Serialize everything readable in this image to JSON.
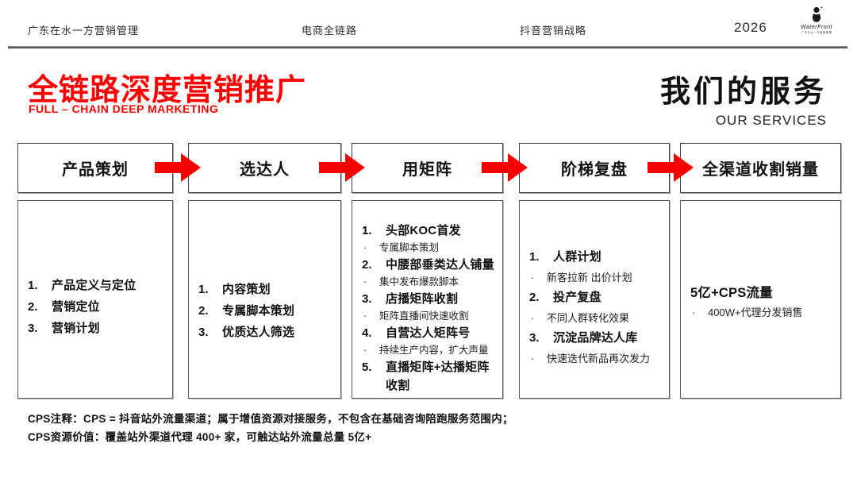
{
  "header": {
    "nav1": "广东在水一方营销管理",
    "nav2": "电商全链路",
    "nav3": "抖音营销战略",
    "year": "2026",
    "logo": {
      "text": "WaterFront",
      "subtext": "广东在水一方营销管理"
    }
  },
  "title": {
    "main": "全链路深度营销推广",
    "sub": "FULL – CHAIN DEEP MARKETING"
  },
  "services_title": {
    "main": "我们的服务",
    "sub": "OUR SERVICES"
  },
  "colors": {
    "accent_red": "#ff0000",
    "text": "#1a1a1a",
    "box_border": "#4a4a4a"
  },
  "misc": {
    "bullet": "·"
  },
  "stages": [
    {
      "label": "产品策划",
      "items": [
        {
          "num": "1.",
          "title": "产品定义与定位"
        },
        {
          "num": "2.",
          "title": "营销定位"
        },
        {
          "num": "3.",
          "title": "营销计划"
        }
      ]
    },
    {
      "label": "选达人",
      "items": [
        {
          "num": "1.",
          "title": "内容策划"
        },
        {
          "num": "2.",
          "title": "专属脚本策划"
        },
        {
          "num": "3.",
          "title": "优质达人筛选"
        }
      ]
    },
    {
      "label": "用矩阵",
      "items": [
        {
          "num": "1.",
          "title": "头部KOC首发",
          "sub": "专属脚本策划"
        },
        {
          "num": "2.",
          "title": "中腰部垂类达人铺量",
          "sub": "集中发布爆款脚本"
        },
        {
          "num": "3.",
          "title": "店播矩阵收割",
          "sub": "矩阵直播间快速收割"
        },
        {
          "num": "4.",
          "title": "自营达人矩阵号",
          "sub": "持续生产内容，扩大声量"
        },
        {
          "num": "5.",
          "title": "直播矩阵+达播矩阵收割"
        }
      ]
    },
    {
      "label": "阶梯复盘",
      "items": [
        {
          "num": "1.",
          "title": "人群计划",
          "sub": "新客拉新 出价计划"
        },
        {
          "num": "2.",
          "title": "投产复盘",
          "sub": "不同人群转化效果"
        },
        {
          "num": "3.",
          "title": "沉淀品牌达人库",
          "sub": "快速迭代新品再次发力"
        }
      ]
    },
    {
      "label": "全渠道收割销量",
      "heading": "5亿+CPS流量",
      "items": [
        {
          "title": "400W+代理分发销售"
        }
      ]
    }
  ],
  "footer": {
    "line1": "CPS注释：CPS = 抖音站外流量渠道；属于增值资源对接服务，不包含在基础咨询陪跑服务范围内；",
    "line2": "CPS资源价值：覆盖站外渠道代理 400+ 家，可触达站外流量总量 5亿+"
  }
}
